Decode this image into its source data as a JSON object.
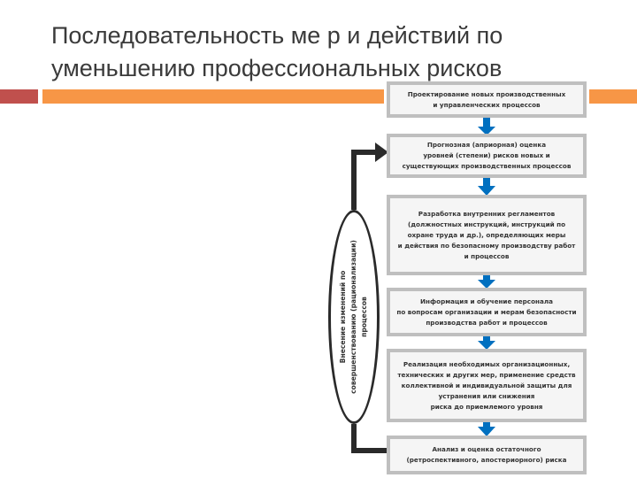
{
  "slide": {
    "title_lines": [
      "Последовательность ме р и действий по",
      "уменьшению профессиональных рисков"
    ]
  },
  "diagram": {
    "steps": [
      {
        "lines": [
          "Проектирование новых производственных",
          "и управленческих процессов"
        ]
      },
      {
        "lines": [
          "Прогнозная (априорная) оценка",
          "уровней (степени) рисков новых и",
          "существующих производственных процессов"
        ]
      },
      {
        "lines": [
          "Разработка внутренних регламентов",
          "(должностных инструкций, инструкций по",
          "охране труда и др.), определяющих меры",
          "и действия по безопасному производству работ",
          "и процессов"
        ]
      },
      {
        "lines": [
          "Информация и обучение персонала",
          "по вопросам организации и мерам безопасности",
          "производства работ и процессов"
        ]
      },
      {
        "lines": [
          "Реализация необходимых организационных,",
          "технических и других мер, применение средств",
          "коллективной и индивидуальной защиты для",
          "устранения или снижения",
          "риска до приемлемого уровня"
        ]
      },
      {
        "lines": [
          "Анализ и оценка остаточного",
          "(ретроспективного, апостериорного) риска"
        ]
      }
    ],
    "feedback": {
      "lines": [
        "Внесение изменений по",
        "совершенствованию (рационализации)",
        "процессов"
      ]
    },
    "colors": {
      "box_fill": "#f5f5f5",
      "box_border": "#bfbfbf",
      "arrow": "#0070c0",
      "loop_line": "#2a2a2a",
      "accent_red": "#c0504d",
      "accent_orange": "#f79646"
    }
  }
}
